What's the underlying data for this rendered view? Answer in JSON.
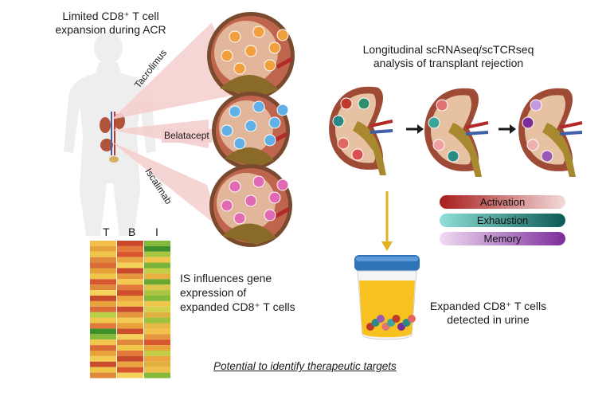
{
  "left_title": [
    "Limited CD8⁺ T cell",
    "expansion during ACR"
  ],
  "right_title": [
    "Longitudinal scRNAseq/scTCRseq",
    "analysis of transplant rejection"
  ],
  "drugs": [
    "Tacrolimus",
    "Belatacept",
    "Iscalimab"
  ],
  "heatmap_headers": [
    "T",
    "B",
    "I"
  ],
  "heatmap_caption": [
    "IS influences gene",
    "expression of",
    "expanded CD8⁺ T cells"
  ],
  "legend": [
    {
      "label": "Activation",
      "from": "#a81c1c",
      "to": "#f3dada"
    },
    {
      "label": "Exhaustion",
      "from": "#8fe0d8",
      "to": "#0c5a55"
    },
    {
      "label": "Memory",
      "from": "#f0dcf2",
      "to": "#7c2d9a"
    }
  ],
  "urine_caption": [
    "Expanded CD8⁺ T cells",
    "detected in urine"
  ],
  "footer": "Potential to identify therapeutic targets",
  "colors": {
    "kidney": "#b3503c",
    "kidney_inner": "#e7c7a5",
    "pelvis": "#8a6a28",
    "tacrolimus_cells": "#f0a03c",
    "belatacept_cells": "#5fb0e6",
    "iscalimab_cells": "#e26ab5",
    "cone": "#f3cccc",
    "body": "#efefef",
    "arrow": "#e0b020",
    "urine": "#f7c21f",
    "lid": "#2f73b8"
  },
  "heatmap_rows": [
    [
      "#f2c04a",
      "#c84a2a",
      "#86b93a"
    ],
    [
      "#e8a23a",
      "#e2783a",
      "#3f8f2a"
    ],
    [
      "#f0c649",
      "#d7562d",
      "#a8c441"
    ],
    [
      "#e0893a",
      "#eaa540",
      "#f2c54d"
    ],
    [
      "#dc6a36",
      "#f4d25a",
      "#7ab33a"
    ],
    [
      "#e8a23a",
      "#c94a2c",
      "#c4cd45"
    ],
    [
      "#f0c649",
      "#e6963c",
      "#e8b03f"
    ],
    [
      "#d7562d",
      "#f3cb52",
      "#6aa831"
    ],
    [
      "#e0893a",
      "#e2783a",
      "#d9c64a"
    ],
    [
      "#f4d25a",
      "#cf4f2b",
      "#a8c441"
    ],
    [
      "#c84a2a",
      "#eaa540",
      "#86b93a"
    ],
    [
      "#e8a23a",
      "#f2c04a",
      "#f0c649"
    ],
    [
      "#dc6a36",
      "#c94a2c",
      "#d4d14c"
    ],
    [
      "#b8cf46",
      "#e6963c",
      "#e0b13f"
    ],
    [
      "#f0c649",
      "#f3cb52",
      "#9cc23f"
    ],
    [
      "#e2783a",
      "#e8a23a",
      "#e7b945"
    ],
    [
      "#3f8f2a",
      "#cf4f2b",
      "#f2c04a"
    ],
    [
      "#86b93a",
      "#f4d25a",
      "#e6963c"
    ],
    [
      "#f2c54d",
      "#e0893a",
      "#d7562d"
    ],
    [
      "#dc6a36",
      "#f0c649",
      "#e8a23a"
    ],
    [
      "#e8a23a",
      "#e2783a",
      "#c4cd45"
    ],
    [
      "#f3cb52",
      "#c84a2a",
      "#eaa540"
    ],
    [
      "#c94a2c",
      "#eaa540",
      "#e0b13f"
    ],
    [
      "#f0c649",
      "#d7562d",
      "#f2c04a"
    ],
    [
      "#e0893a",
      "#f4d25a",
      "#86b93a"
    ]
  ]
}
